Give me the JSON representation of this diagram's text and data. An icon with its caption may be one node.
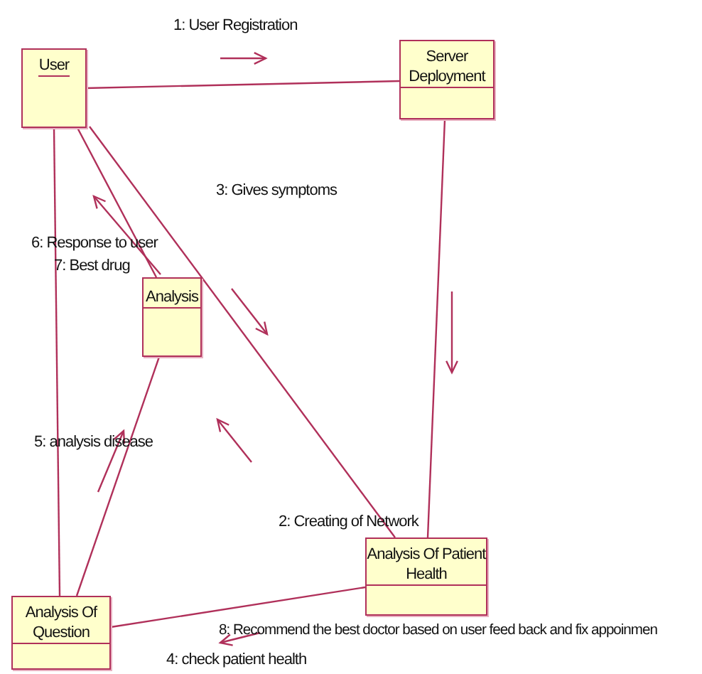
{
  "diagram": {
    "nodes": [
      {
        "text": [
          "User"
        ]
      },
      {
        "text": [
          "Server Deployment"
        ]
      },
      {
        "text": [
          "Analysis"
        ]
      },
      {
        "text": [
          "Analysis Of Patient Health"
        ]
      },
      {
        "text": [
          "Analysis Of Question"
        ]
      }
    ],
    "edges": [
      {
        "from": 0,
        "to": 1,
        "arrow": "none"
      },
      {
        "from": 0,
        "to": 2,
        "arrow": "none"
      },
      {
        "from": 0,
        "to": 3,
        "arrow": "none"
      },
      {
        "from": 1,
        "to": 3,
        "arrow": "none"
      },
      {
        "from": 2,
        "to": 4,
        "arrow": "none"
      },
      {
        "from": 0,
        "to": 4,
        "arrow": "none"
      },
      {
        "from": 3,
        "to": 4,
        "arrow": "none"
      }
    ],
    "labels": [
      "1: User Registration",
      "3: Gives symptoms",
      "6: Response to user",
      "7: Best drug",
      "5: analysis disease",
      "2: Creating of Network",
      "8: Recommend the best doctor based on user feed back and fix appoinmen",
      "4: check patient health"
    ]
  }
}
